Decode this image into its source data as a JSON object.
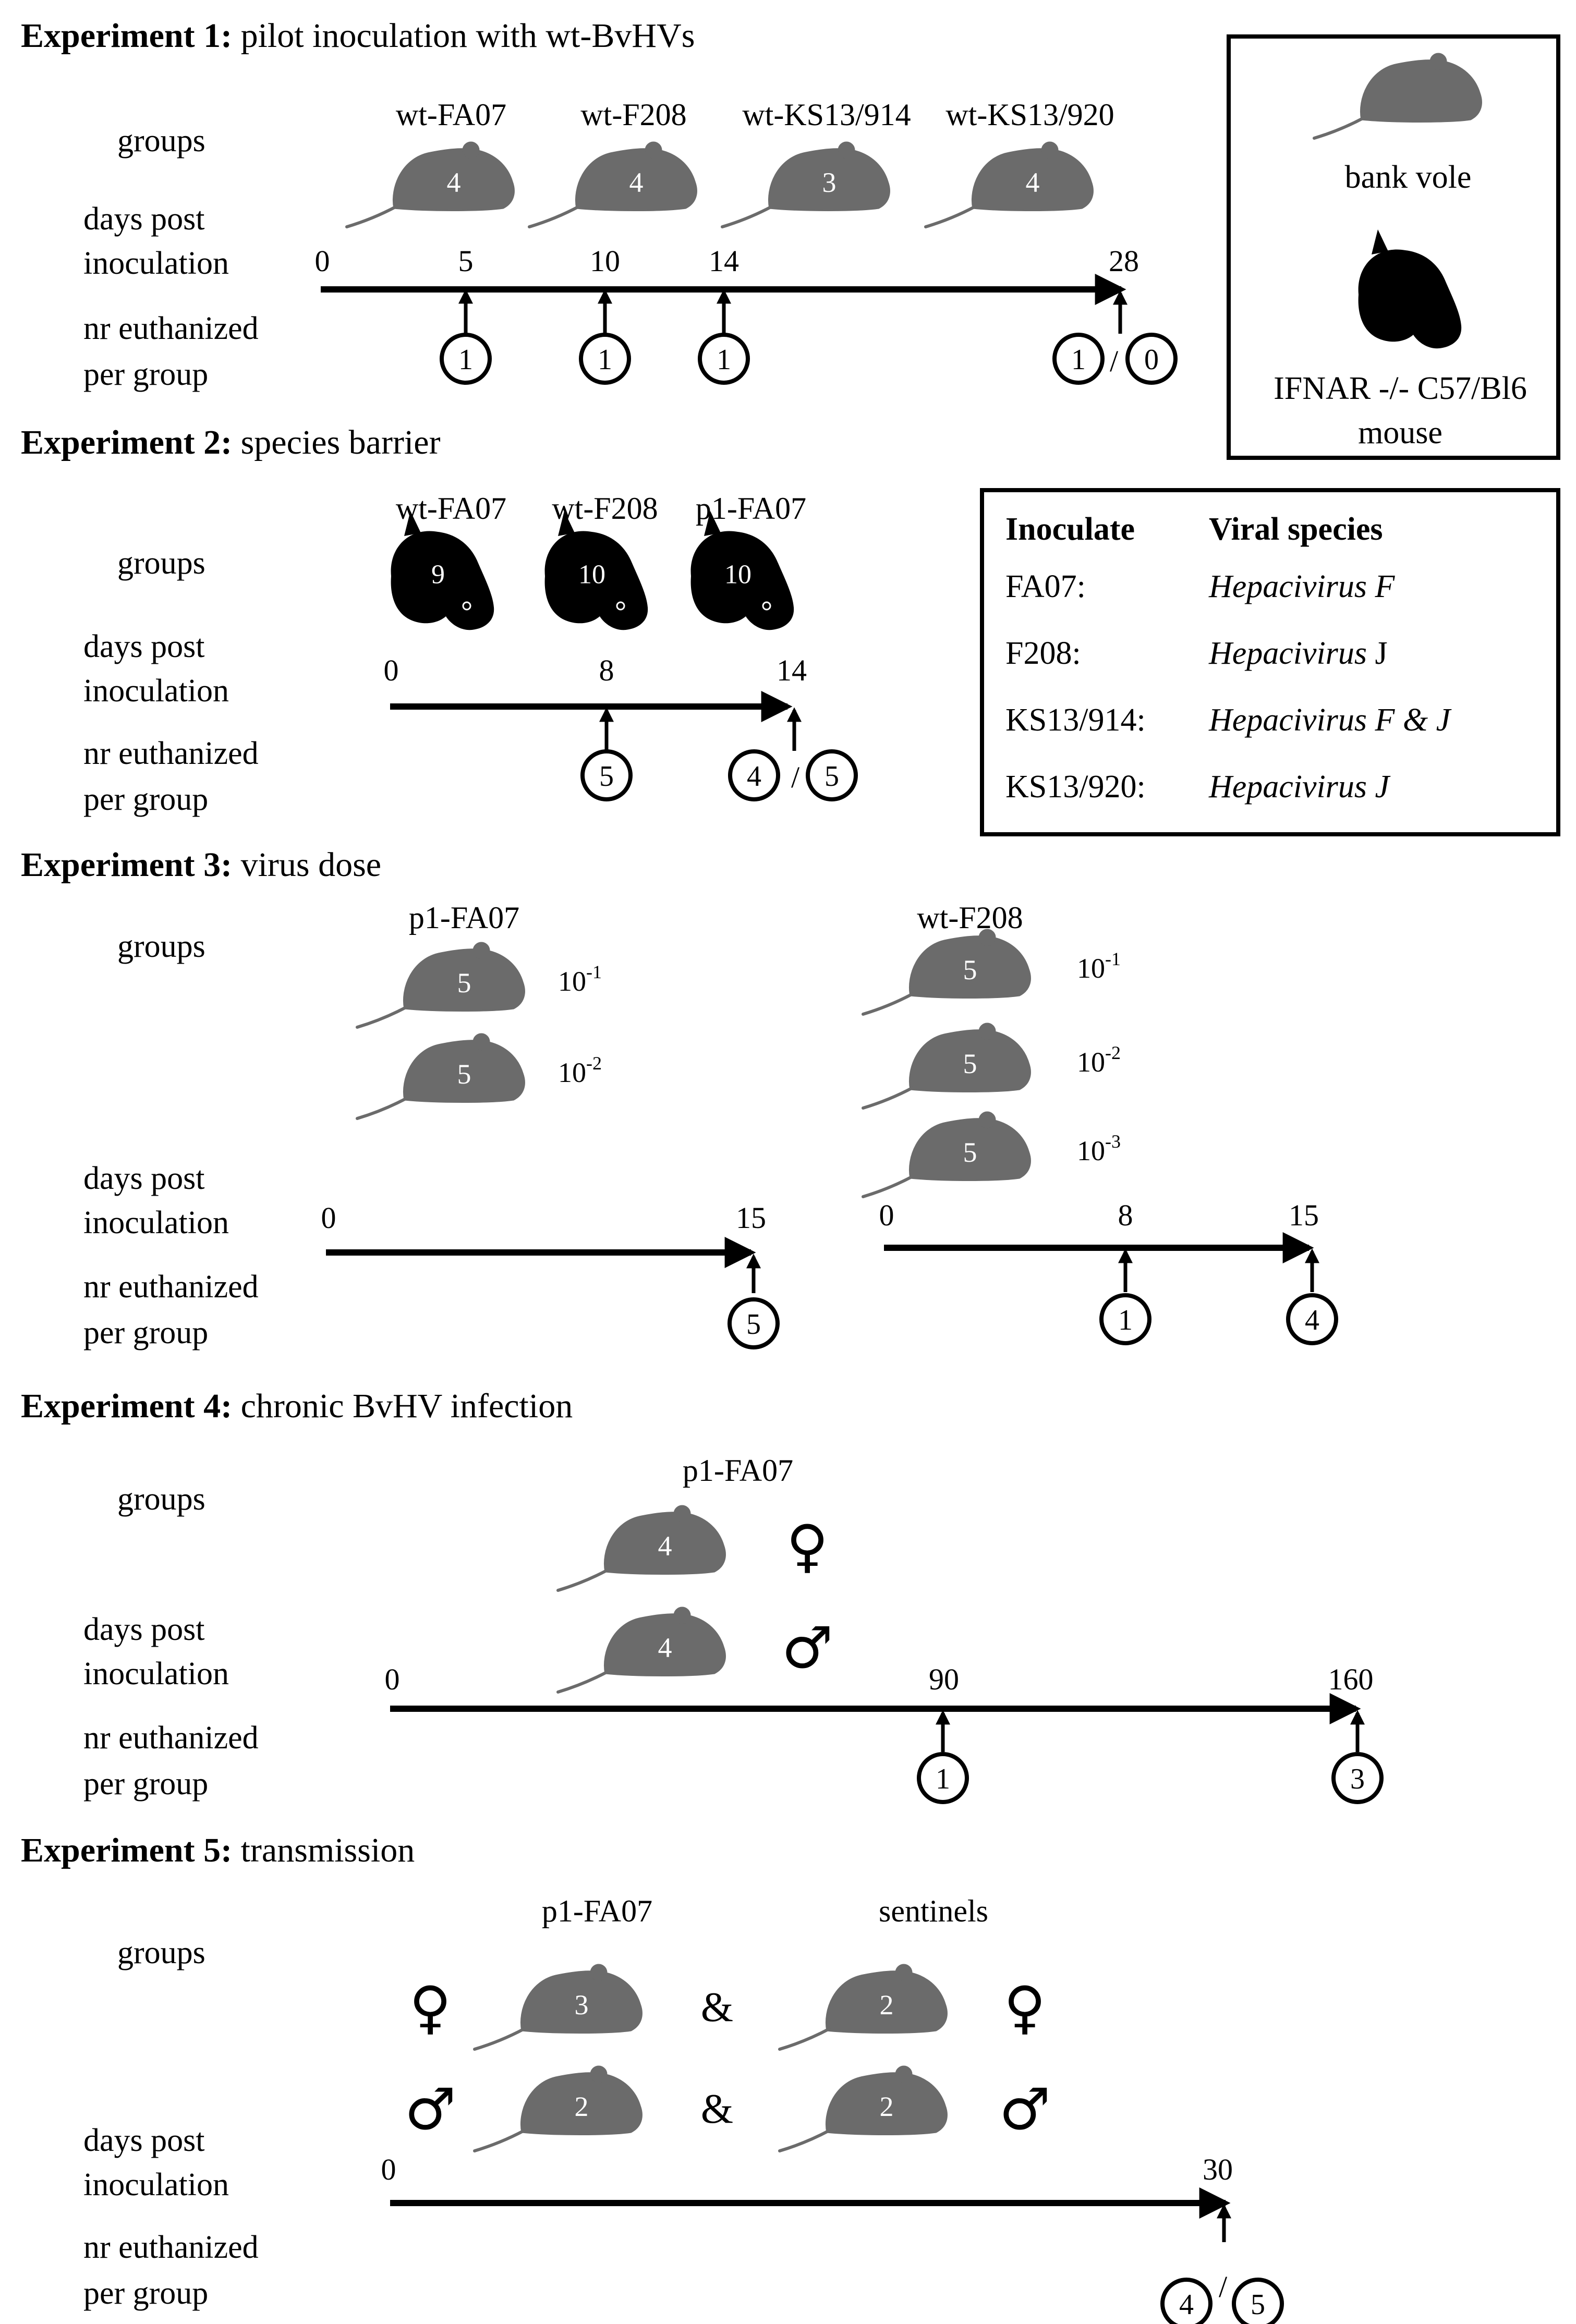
{
  "experiments": [
    {
      "heading_bold": "Experiment 1:",
      "heading_rest": " pilot inoculation with wt-BvHVs",
      "row_labels": {
        "groups": "groups",
        "days_line1": "days post",
        "days_line2": "inoculation",
        "euth_line1": "nr euthanized",
        "euth_line2": "per group"
      },
      "groups": [
        {
          "label": "wt-FA07",
          "animal": "bank vole",
          "n": "4"
        },
        {
          "label": "wt-F208",
          "animal": "bank vole",
          "n": "4"
        },
        {
          "label": "wt-KS13/914",
          "animal": "bank vole",
          "n": "3"
        },
        {
          "label": "wt-KS13/920",
          "animal": "bank vole",
          "n": "4"
        }
      ],
      "timeline_days": [
        "0",
        "5",
        "10",
        "14",
        "28"
      ],
      "euthanized": [
        {
          "day": "5",
          "counts": [
            "1"
          ]
        },
        {
          "day": "10",
          "counts": [
            "1"
          ]
        },
        {
          "day": "14",
          "counts": [
            "1"
          ]
        },
        {
          "day": "28",
          "counts": [
            "1",
            "0"
          ],
          "separator": "/"
        }
      ]
    },
    {
      "heading_bold": "Experiment 2:",
      "heading_rest": " species barrier",
      "row_labels": {
        "groups": "groups",
        "days_line1": "days post",
        "days_line2": "inoculation",
        "euth_line1": "nr euthanized",
        "euth_line2": "per group"
      },
      "groups": [
        {
          "label": "wt-FA07",
          "animal": "IFNAR -/- C57/Bl6 mouse",
          "n": "9"
        },
        {
          "label": "wt-F208",
          "animal": "IFNAR -/- C57/Bl6 mouse",
          "n": "10"
        },
        {
          "label": "p1-FA07",
          "animal": "IFNAR -/- C57/Bl6 mouse",
          "n": "10"
        }
      ],
      "timeline_days": [
        "0",
        "8",
        "14"
      ],
      "euthanized": [
        {
          "day": "8",
          "counts": [
            "5"
          ]
        },
        {
          "day": "14",
          "counts": [
            "4",
            "5"
          ],
          "separator": "/"
        }
      ]
    },
    {
      "heading_bold": "Experiment 3:",
      "heading_rest": " virus dose",
      "row_labels": {
        "groups": "groups",
        "days_line1": "days post",
        "days_line2": "inoculation",
        "euth_line1": "nr euthanized",
        "euth_line2": "per group"
      },
      "panels": [
        {
          "label": "p1-FA07",
          "doses": [
            {
              "n": "5",
              "base": "10",
              "exp": "-1"
            },
            {
              "n": "5",
              "base": "10",
              "exp": "-2"
            }
          ],
          "timeline_days": [
            "0",
            "15"
          ],
          "euthanized": [
            {
              "day": "15",
              "counts": [
                "5"
              ]
            }
          ]
        },
        {
          "label": "wt-F208",
          "doses": [
            {
              "n": "5",
              "base": "10",
              "exp": "-1"
            },
            {
              "n": "5",
              "base": "10",
              "exp": "-2"
            },
            {
              "n": "5",
              "base": "10",
              "exp": "-3"
            }
          ],
          "timeline_days": [
            "0",
            "8",
            "15"
          ],
          "euthanized": [
            {
              "day": "8",
              "counts": [
                "1"
              ]
            },
            {
              "day": "15",
              "counts": [
                "4"
              ]
            }
          ]
        }
      ]
    },
    {
      "heading_bold": "Experiment 4:",
      "heading_rest": " chronic BvHV infection",
      "row_labels": {
        "groups": "groups",
        "days_line1": "days post",
        "days_line2": "inoculation",
        "euth_line1": "nr euthanized",
        "euth_line2": "per group"
      },
      "group_label": "p1-FA07",
      "groups": [
        {
          "n": "4",
          "sex": "♀"
        },
        {
          "n": "4",
          "sex": "♂"
        }
      ],
      "timeline_days": [
        "0",
        "90",
        "160"
      ],
      "euthanized": [
        {
          "day": "90",
          "counts": [
            "1"
          ]
        },
        {
          "day": "160",
          "counts": [
            "3"
          ]
        }
      ]
    },
    {
      "heading_bold": "Experiment 5:",
      "heading_rest": " transmission",
      "row_labels": {
        "groups": "groups",
        "days_line1": "days post",
        "days_line2": "inoculation",
        "euth_line1": "nr euthanized",
        "euth_line2": "per group"
      },
      "left_label": "p1-FA07",
      "right_label": "sentinels",
      "joiner": "&",
      "rows": [
        {
          "sex": "♀",
          "inoculated_n": "3",
          "sentinel_n": "2"
        },
        {
          "sex": "♂",
          "inoculated_n": "2",
          "sentinel_n": "2"
        }
      ],
      "timeline_days": [
        "0",
        "30"
      ],
      "euthanized": [
        {
          "day": "30",
          "counts": [
            "4",
            "5"
          ],
          "separator": "/"
        }
      ]
    }
  ],
  "legend_animals": {
    "bank_vole": "bank vole",
    "mouse_line1": "IFNAR -/- C57/Bl6",
    "mouse_line2": "mouse"
  },
  "legend_table": {
    "col1_header": "Inoculate",
    "col2_header": "Viral species",
    "rows": [
      {
        "inoculate": "FA07:",
        "species": "Hepacivirus F",
        "species_style": "italic"
      },
      {
        "inoculate": "F208:",
        "species": "Hepacivirus J",
        "species_style": "italic-first-word"
      },
      {
        "inoculate": "KS13/914:",
        "species": "Hepacivirus F & J",
        "species_style": "italic"
      },
      {
        "inoculate": "KS13/920:",
        "species": "Hepacivirus J",
        "species_style": "italic"
      }
    ]
  },
  "colors": {
    "vole": "#6b6b6b",
    "mouse": "#000000",
    "line": "#000000",
    "background": "#ffffff"
  }
}
